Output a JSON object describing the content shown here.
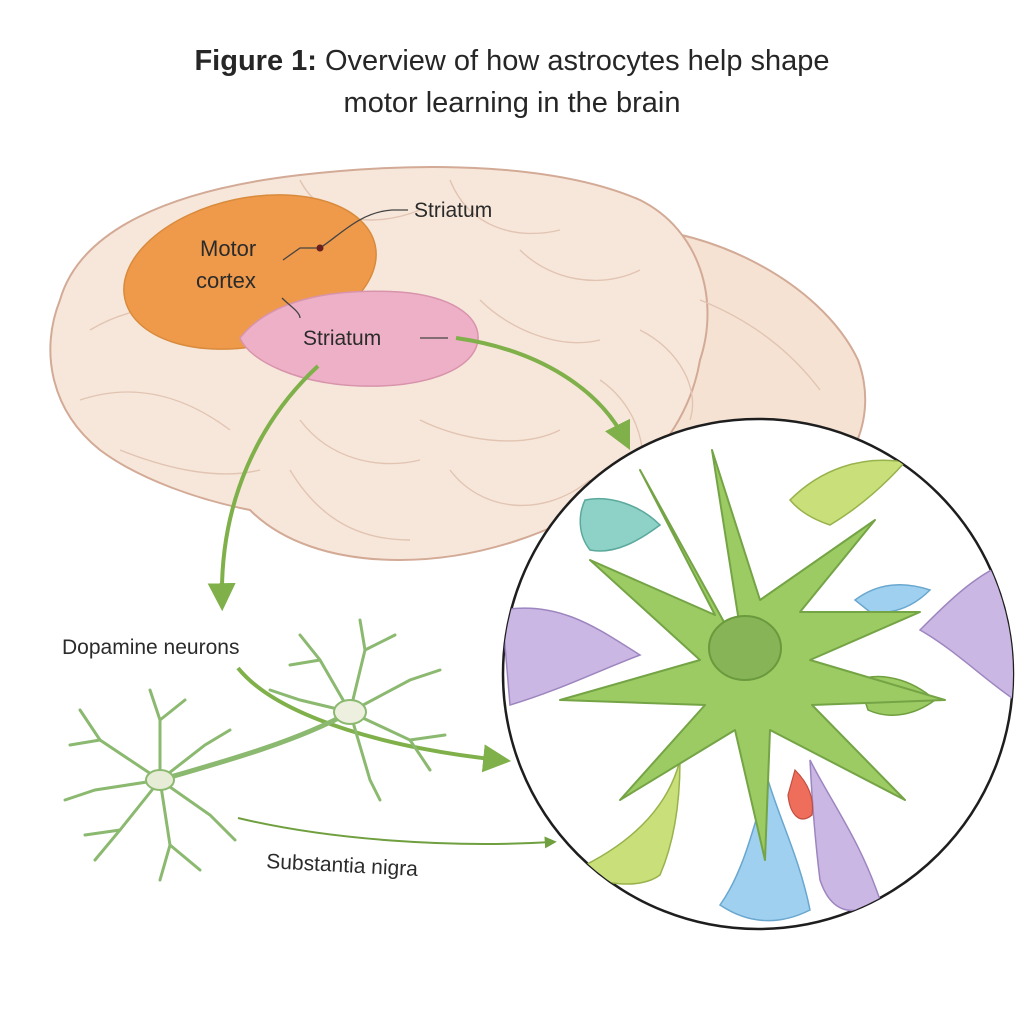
{
  "figure": {
    "label": "Figure 1:",
    "title_line1": "Overview of how astrocytes help shape",
    "title_line2": "motor learning in the brain"
  },
  "labels": {
    "striatum_top": "Striatum",
    "motor_cortex_line1": "Motor",
    "motor_cortex_line2": "cortex",
    "striatum_mid": "Striatum",
    "dopamine_neurons": "Dopamine neurons",
    "substantia_nigra": "Substantia nigra"
  },
  "colors": {
    "brain_fill": "#f6e6d8",
    "brain_outline": "#d3aa96",
    "motor_cortex": "#ef9a4a",
    "striatum": "#eeb0c6",
    "arrow_green": "#7fb04a",
    "astrocyte_green": "#9ccb63",
    "neuron_green": "#8bb970"
  }
}
